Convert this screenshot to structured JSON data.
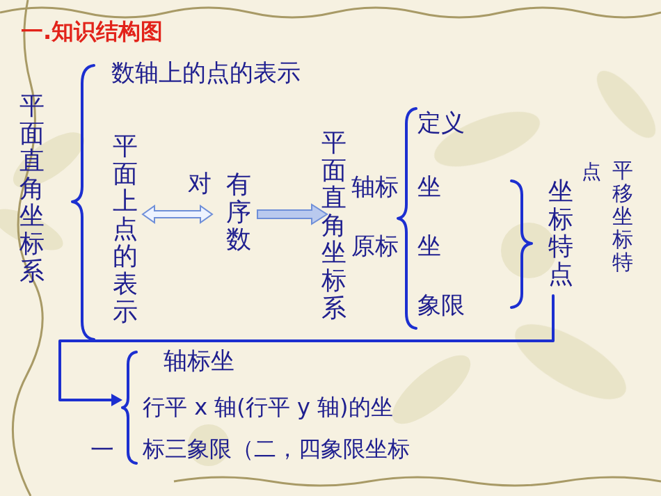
{
  "diagram": {
    "title": "一.知识结构图",
    "labels": [
      "数轴上的点的表示",
      "平面直角坐标系",
      "平面上点的表示",
      "对",
      "有序数",
      "平面直角坐标系",
      "轴标",
      "坐",
      "原标",
      "坐",
      "定义",
      "象限",
      "坐标特点",
      "点",
      "平移坐标特",
      "轴标坐",
      "行平 x 轴(行平 y 轴)的坐",
      "一",
      "标三象限（二，四象限坐标"
    ]
  }
}
